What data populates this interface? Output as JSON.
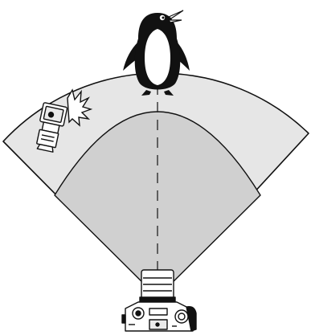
{
  "diagram": {
    "zones": [
      {
        "name": "outer-light-coverage",
        "fill": "#e6e6e6"
      },
      {
        "name": "inner-camera-coverage",
        "fill": "#d0d0d0"
      }
    ],
    "subjects": {
      "penguin": {
        "icon": "penguin-icon"
      },
      "flash": {
        "icon": "speedlite-flash-icon",
        "state": "firing"
      },
      "camera": {
        "icon": "dslr-camera-icon"
      }
    },
    "line_of_sight": {
      "style": "dashed",
      "from": "camera",
      "to": "penguin"
    },
    "colors": {
      "outline": "#111111",
      "outer_zone": "#e6e6e6",
      "inner_zone": "#d0d0d0",
      "penguin_body": "#111111",
      "penguin_belly": "#ffffff"
    }
  }
}
